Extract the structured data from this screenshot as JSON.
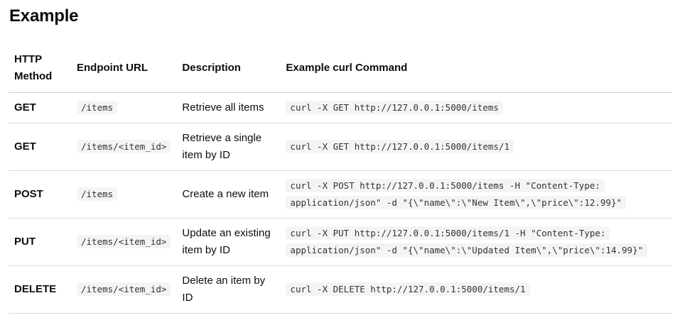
{
  "heading": "Example",
  "table": {
    "headers": {
      "method": "HTTP Method",
      "url": "Endpoint URL",
      "description": "Description",
      "command": "Example curl Command"
    },
    "rows": [
      {
        "method": "GET",
        "url": "/items",
        "description": "Retrieve all items",
        "command": "curl -X GET http://127.0.0.1:5000/items"
      },
      {
        "method": "GET",
        "url": "/items/<item_id>",
        "description": "Retrieve a single item by ID",
        "command": "curl -X GET http://127.0.0.1:5000/items/1"
      },
      {
        "method": "POST",
        "url": "/items",
        "description": "Create a new item",
        "command": "curl -X POST http://127.0.0.1:5000/items -H \"Content-Type: application/json\" -d \"{\\\"name\\\":\\\"New Item\\\",\\\"price\\\":12.99}\""
      },
      {
        "method": "PUT",
        "url": "/items/<item_id>",
        "description": "Update an existing item by ID",
        "command": "curl -X PUT http://127.0.0.1:5000/items/1 -H \"Content-Type: application/json\" -d \"{\\\"name\\\":\\\"Updated Item\\\",\\\"price\\\":14.99}\""
      },
      {
        "method": "DELETE",
        "url": "/items/<item_id>",
        "description": "Delete an item by ID",
        "command": "curl -X DELETE http://127.0.0.1:5000/items/1"
      }
    ]
  }
}
